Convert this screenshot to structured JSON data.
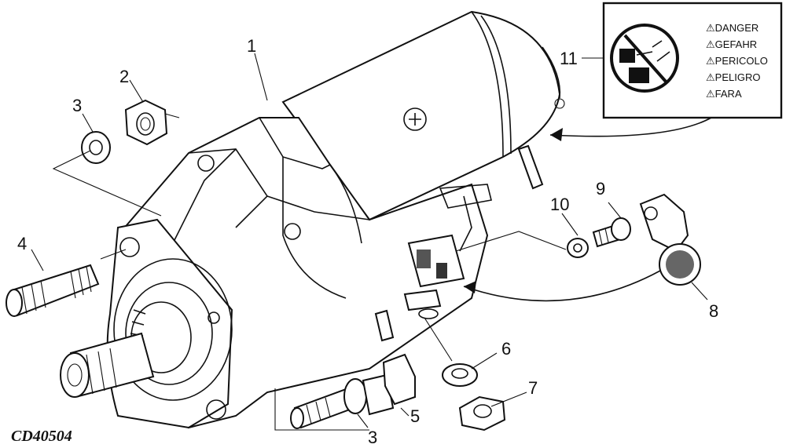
{
  "figure_id": "CD40504",
  "callouts": [
    {
      "label": "1"
    },
    {
      "label": "2"
    },
    {
      "label": "3"
    },
    {
      "label": "4"
    },
    {
      "label": "5"
    },
    {
      "label": "3"
    },
    {
      "label": "6"
    },
    {
      "label": "7"
    },
    {
      "label": "8"
    },
    {
      "label": "9"
    },
    {
      "label": "10"
    },
    {
      "label": "11"
    }
  ],
  "warning_label": {
    "lines": [
      "DANGER",
      "GEFAHR",
      "PERICOLO",
      "PELIGRO",
      "FARA"
    ],
    "prefix_glyph": "⚠"
  }
}
